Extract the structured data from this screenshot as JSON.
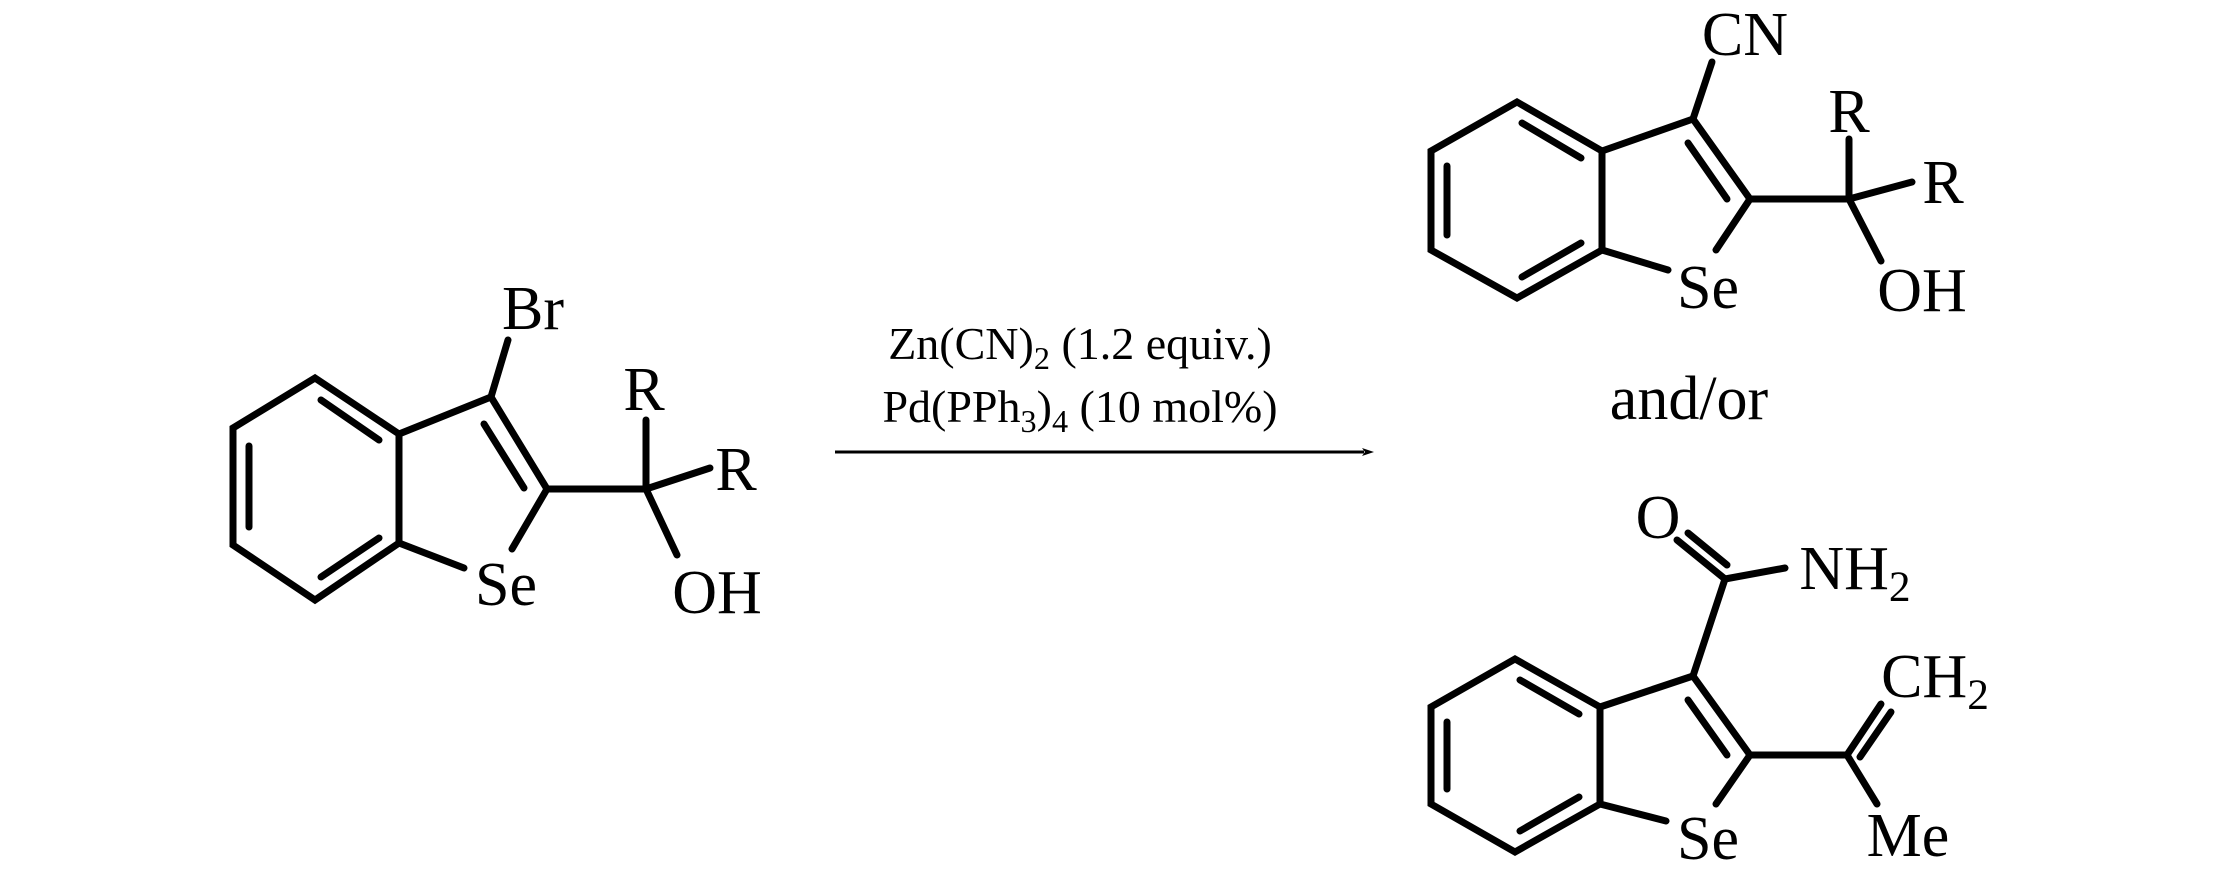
{
  "reactant": {
    "labels": {
      "br": "Br",
      "r1": "R",
      "r2": "R",
      "oh": "OH",
      "se": "Se"
    }
  },
  "conditions": {
    "line1": {
      "pre": "Zn(CN)",
      "sub": "2",
      "post": " (1.2 equiv.)"
    },
    "line2": {
      "pre": "Pd(PPh",
      "sub": "3",
      "mid": ")",
      "sub2": "4",
      "post": " (10 mol%)"
    }
  },
  "product1": {
    "labels": {
      "cn": "CN",
      "r1": "R",
      "r2": "R",
      "oh": "OH",
      "se": "Se"
    }
  },
  "connector": "and/or",
  "product2": {
    "labels": {
      "o": "O",
      "nh": "NH",
      "nh_sub": "2",
      "ch": "CH",
      "ch_sub": "2",
      "me": "Me",
      "se": "Se"
    }
  },
  "colors": {
    "ink": "#000000",
    "background": "#ffffff"
  }
}
